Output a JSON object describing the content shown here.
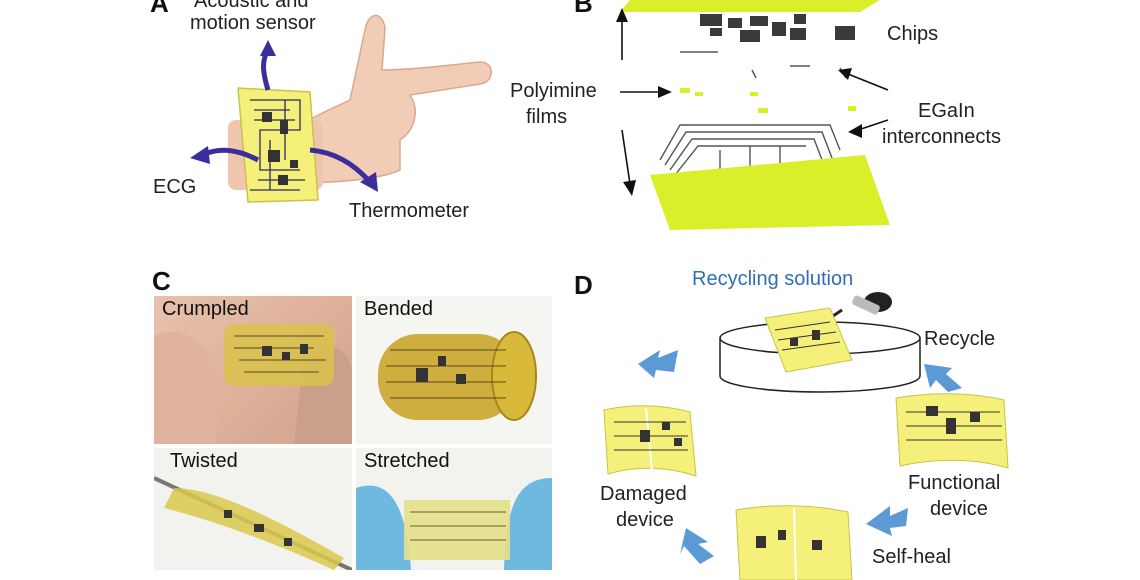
{
  "panels": {
    "a": {
      "letter": "A",
      "label_acoustic_line1": "Acoustic and",
      "label_acoustic_line2": "motion sensor",
      "label_ecg": "ECG",
      "label_thermometer": "Thermometer"
    },
    "b": {
      "letter": "B",
      "label_chips": "Chips",
      "label_polyimine_line1": "Polyimine",
      "label_polyimine_line2": "films",
      "label_egain_line1": "EGaIn",
      "label_egain_line2": "interconnects"
    },
    "c": {
      "letter": "C",
      "photo_crumpled": "Crumpled",
      "photo_bended": "Bended",
      "photo_twisted": "Twisted",
      "photo_stretched": "Stretched"
    },
    "d": {
      "letter": "D",
      "label_recycling_solution": "Recycling solution",
      "label_recycle": "Recycle",
      "label_damaged_line1": "Damaged",
      "label_damaged_line2": "device",
      "label_functional_line1": "Functional",
      "label_functional_line2": "device",
      "label_self_heal": "Self-heal"
    }
  },
  "colors": {
    "film": "#f4f07a",
    "film_green": "#d8ef2a",
    "arrow_purple": "#3a2e9c",
    "arrow_blue": "#4a8fd0",
    "chip": "#333333",
    "text_blue": "#2f6fb3"
  }
}
